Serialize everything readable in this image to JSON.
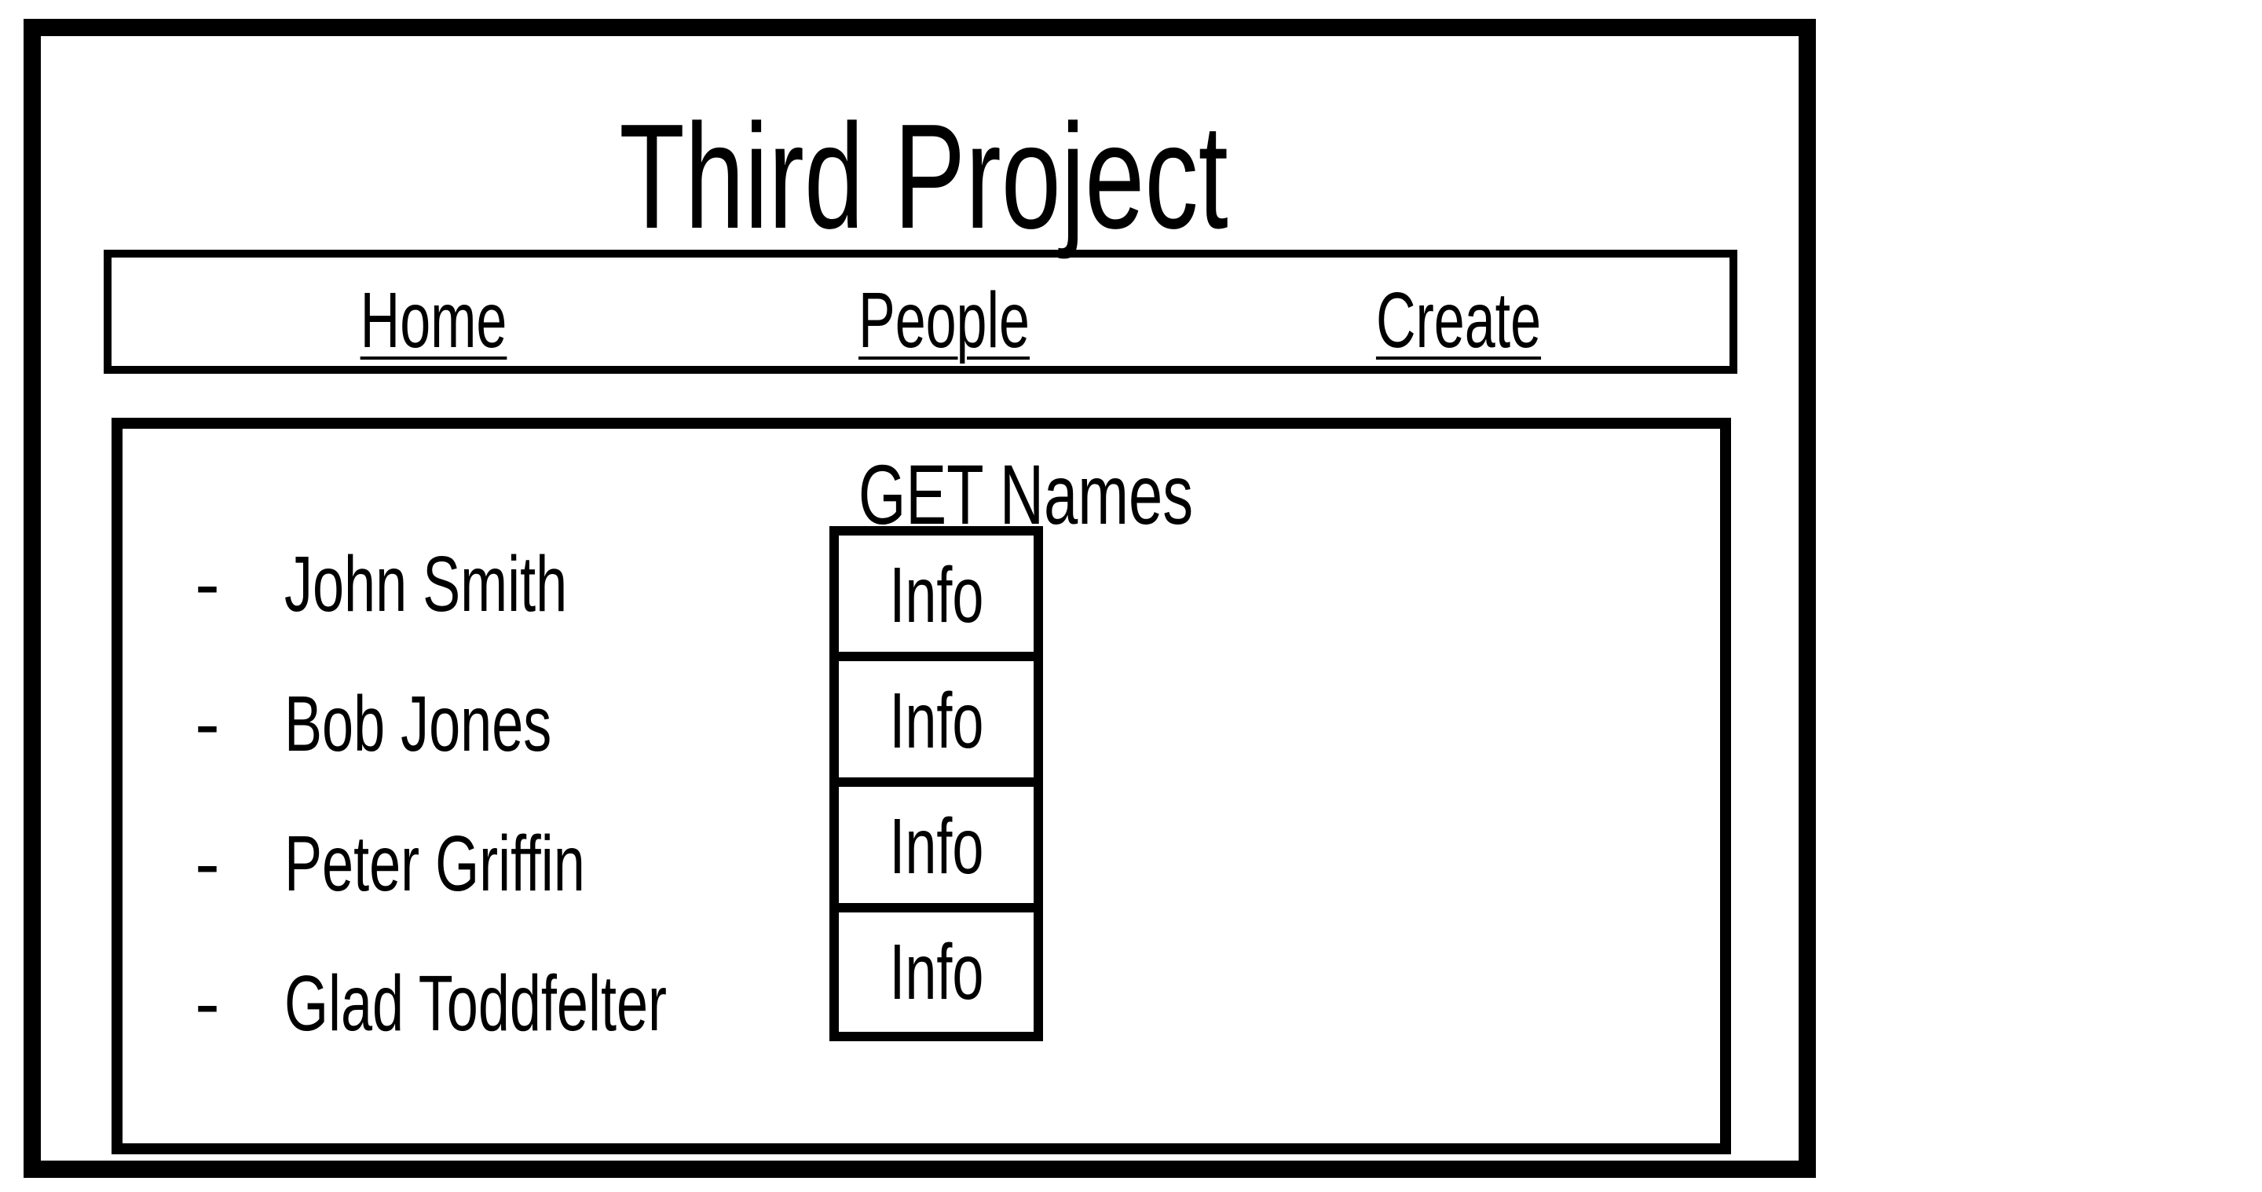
{
  "app": {
    "title": "Third Project"
  },
  "nav": {
    "items": [
      {
        "label": "Home"
      },
      {
        "label": "People"
      },
      {
        "label": "Create"
      }
    ]
  },
  "people_section": {
    "title": "GET Names",
    "bullet": "-",
    "people": [
      {
        "name": "John Smith",
        "action_label": "Info"
      },
      {
        "name": "Bob Jones",
        "action_label": "Info"
      },
      {
        "name": "Peter Griffin",
        "action_label": "Info"
      },
      {
        "name": "Glad Toddfelter",
        "action_label": "Info"
      }
    ]
  },
  "colors": {
    "foreground": "#000000",
    "background": "#ffffff"
  }
}
